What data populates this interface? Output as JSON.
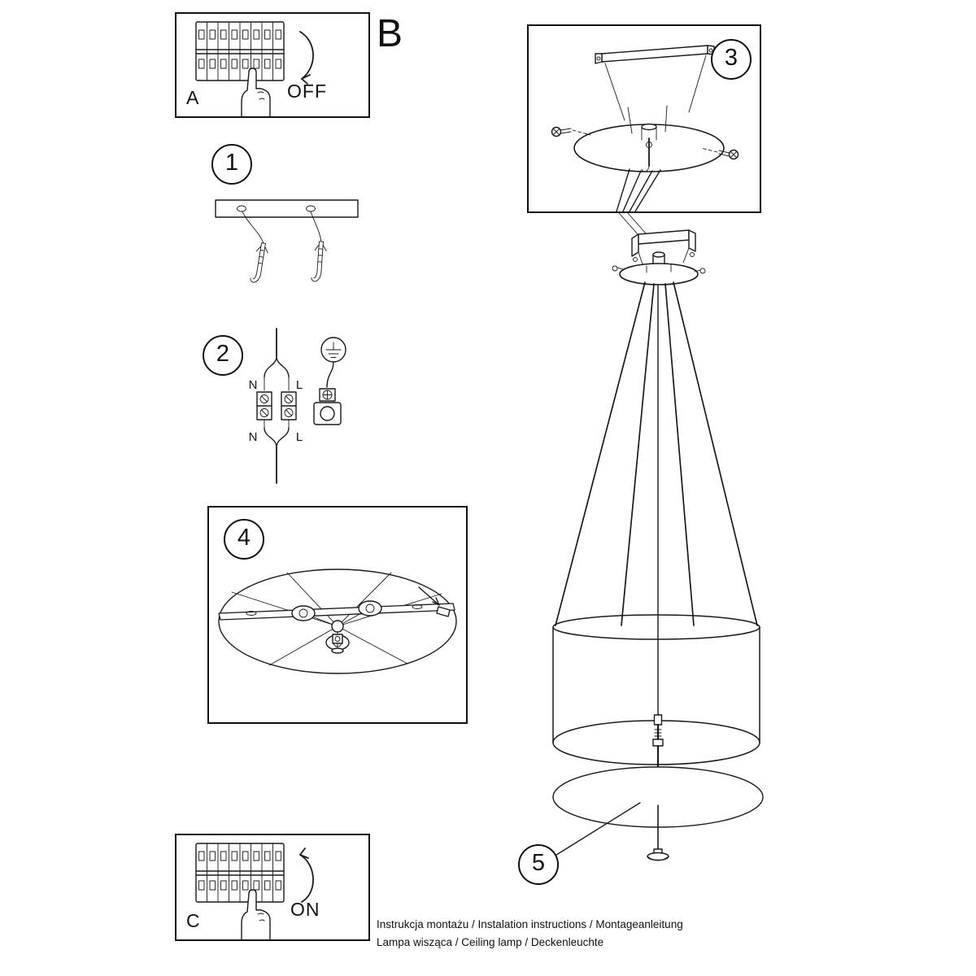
{
  "sheet": {
    "section_b_label": "B",
    "footer": {
      "line1": "Instrukcja montażu / Instalation instructions / Montageanleitung",
      "line2": "Lampa wisząca / Ceiling lamp / Deckenleuchte"
    }
  },
  "power_panels": {
    "a": {
      "label": "A",
      "action": "OFF"
    },
    "c": {
      "label": "C",
      "action": "ON"
    }
  },
  "steps": {
    "s1": {
      "number": "1"
    },
    "s2": {
      "number": "2",
      "terminals": {
        "top_left": "N",
        "top_right": "L",
        "bottom_left": "N",
        "bottom_right": "L"
      }
    },
    "s3": {
      "number": "3"
    },
    "s4": {
      "number": "4"
    },
    "s5": {
      "number": "5"
    }
  },
  "colors": {
    "line": "#1a1a1a",
    "background": "#ffffff"
  }
}
